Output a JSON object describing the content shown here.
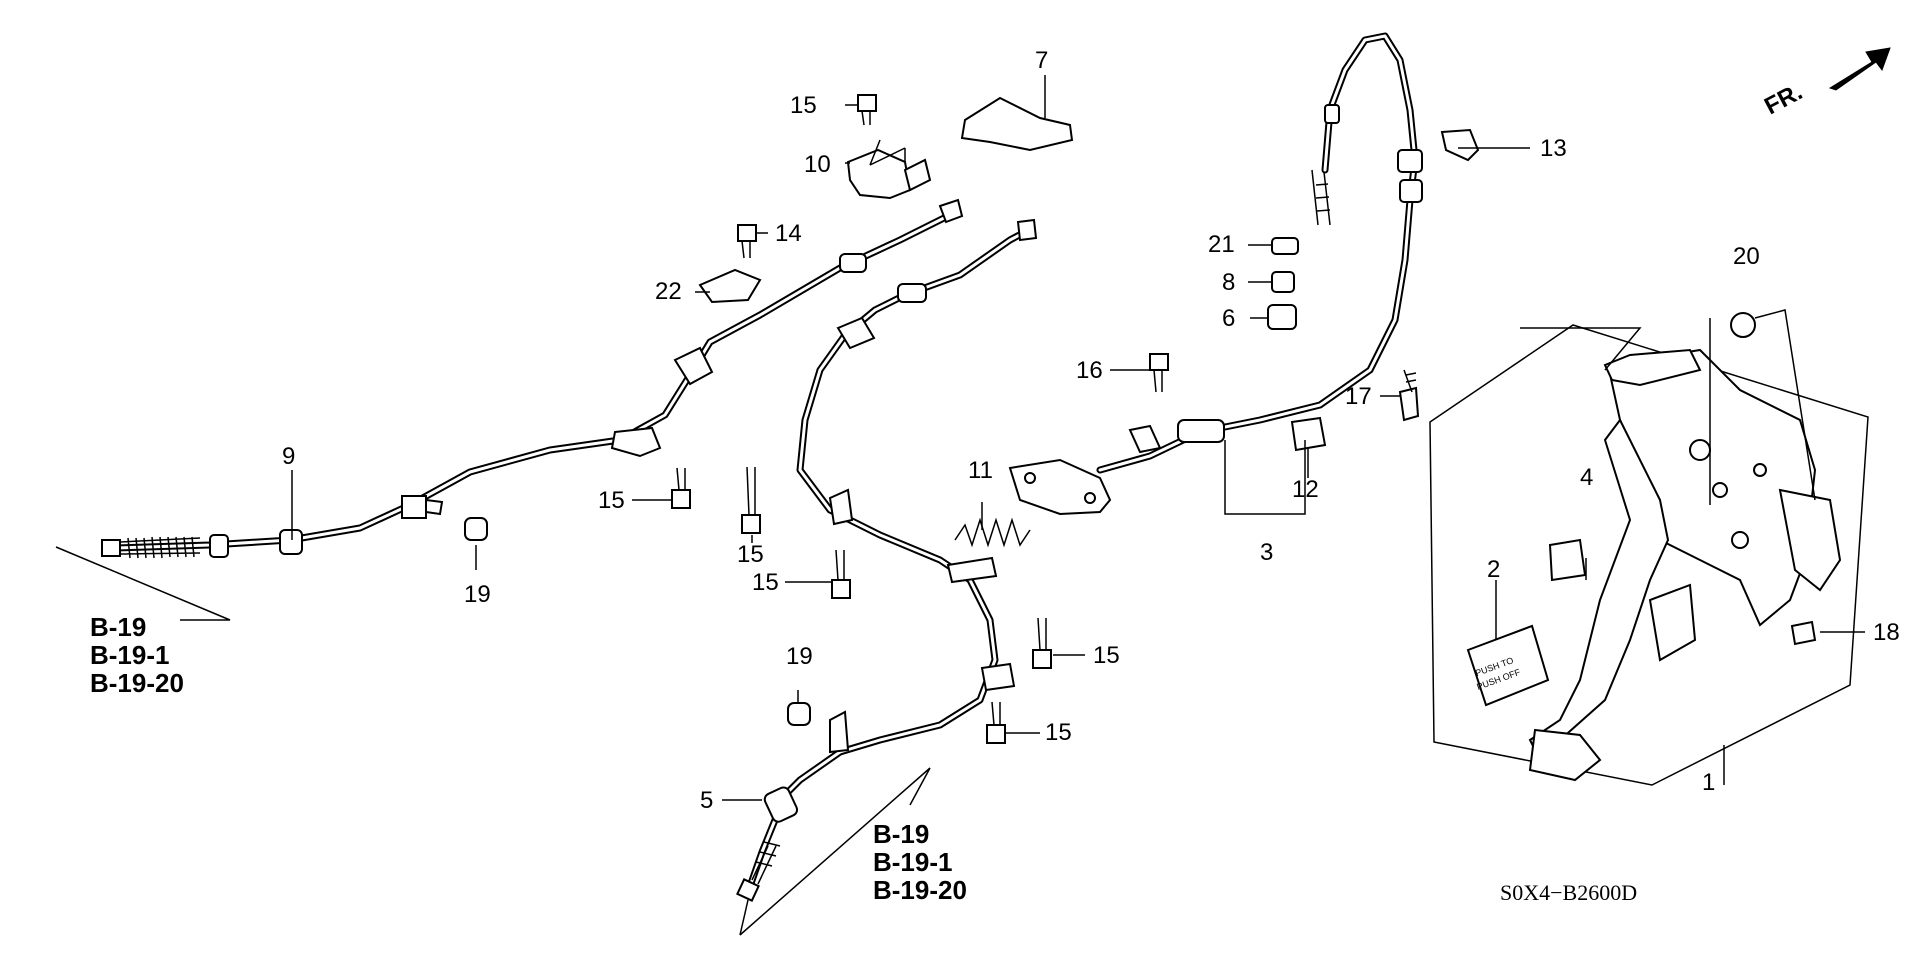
{
  "diagram_code": "S0X4−B2600D",
  "front_marker": "FR.",
  "callouts": {
    "c1": "1",
    "c2": "2",
    "c3": "3",
    "c4": "4",
    "c5": "5",
    "c6": "6",
    "c7": "7",
    "c8": "8",
    "c9": "9",
    "c10": "10",
    "c11": "11",
    "c12": "12",
    "c13": "13",
    "c14": "14",
    "c15a": "15",
    "c15b": "15",
    "c15c": "15",
    "c15d": "15",
    "c15e": "15",
    "c15f": "15",
    "c16": "16",
    "c17": "17",
    "c18": "18",
    "c19a": "19",
    "c19b": "19",
    "c20": "20",
    "c21": "21",
    "c22": "22"
  },
  "references_left": [
    "B-19",
    "B-19-1",
    "B-19-20"
  ],
  "references_bottom": [
    "B-19",
    "B-19-1",
    "B-19-20"
  ],
  "button_text": [
    "PUSH TO",
    "PUSH OFF"
  ]
}
